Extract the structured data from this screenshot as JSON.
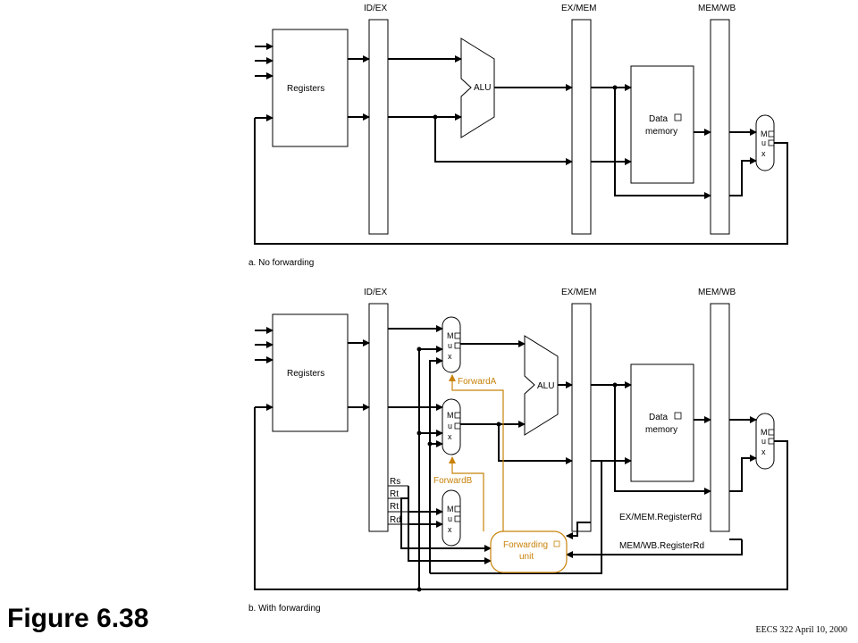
{
  "figure_title": "Figure 6.38",
  "footer": "EECS 322 April 10, 2000",
  "colors": {
    "line": "#000000",
    "forwarding": "#c8820a"
  },
  "top": {
    "labels": {
      "idex": "ID/EX",
      "exmem": "EX/MEM",
      "memwb": "MEM/WB",
      "registers": "Registers",
      "alu": "ALU",
      "datamem_1": "Data",
      "datamem_2": "memory",
      "mux_m": "M",
      "mux_u": "u",
      "mux_x": "x"
    },
    "caption": "a. No forwarding"
  },
  "bottom": {
    "labels": {
      "idex": "ID/EX",
      "exmem": "EX/MEM",
      "memwb": "MEM/WB",
      "registers": "Registers",
      "alu": "ALU",
      "datamem_1": "Data",
      "datamem_2": "memory",
      "mux_m": "M",
      "mux_u": "u",
      "mux_x": "x",
      "forward_a": "ForwardA",
      "forward_b": "ForwardB",
      "rs": "Rs",
      "rt1": "Rt",
      "rt2": "Rt",
      "rd": "Rd",
      "fwd_unit_1": "Forwarding",
      "fwd_unit_2": "unit",
      "exmem_rd": "EX/MEM.RegisterRd",
      "memwb_rd": "MEM/WB.RegisterRd"
    },
    "caption": "b. With forwarding"
  }
}
